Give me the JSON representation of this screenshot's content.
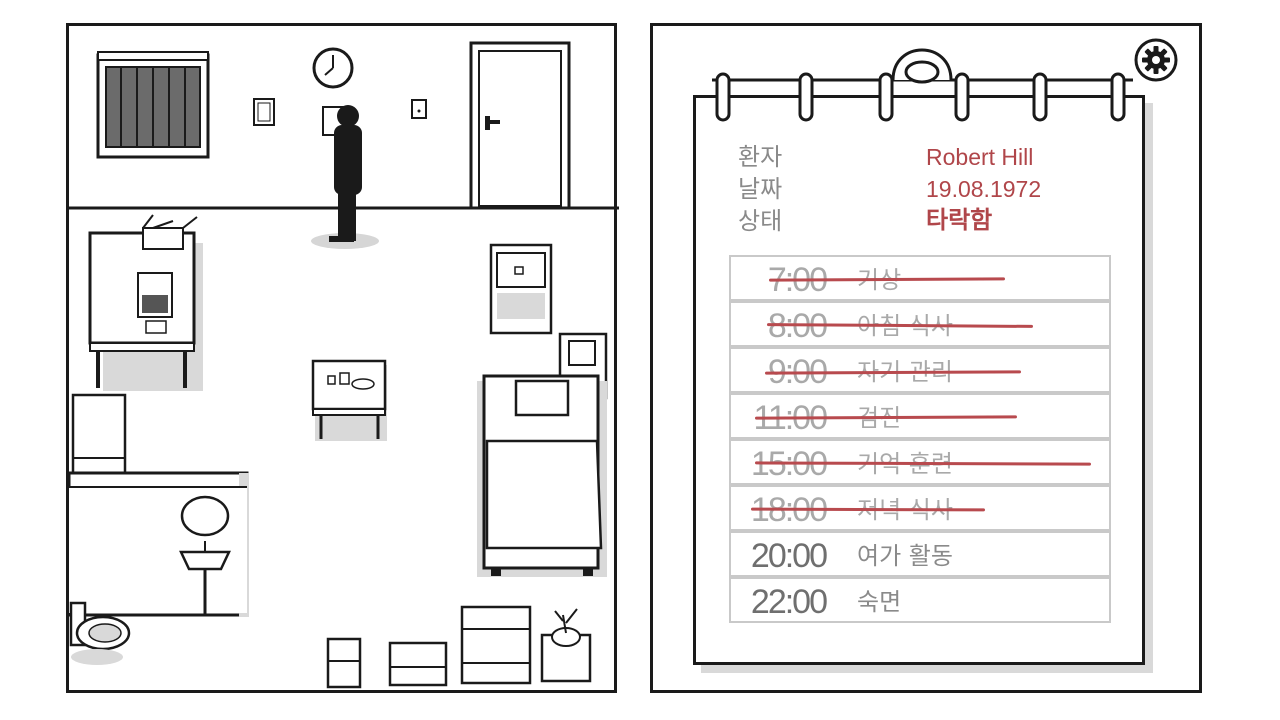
{
  "patient": {
    "name_label": "환자",
    "name": "Robert Hill",
    "date_label": "날짜",
    "date": "19.08.1972",
    "status_label": "상태",
    "status": "타락함"
  },
  "schedule": [
    {
      "time": "7:00",
      "task": "기상",
      "done": true
    },
    {
      "time": "8:00",
      "task": "아침 식사",
      "done": true
    },
    {
      "time": "9:00",
      "task": "자기 관리",
      "done": true
    },
    {
      "time": "11:00",
      "task": "검진",
      "done": true
    },
    {
      "time": "15:00",
      "task": "기억 훈련",
      "done": true
    },
    {
      "time": "18:00",
      "task": "저녁 식사",
      "done": true
    },
    {
      "time": "20:00",
      "task": "여가 활동",
      "done": false
    },
    {
      "time": "22:00",
      "task": "숙면",
      "done": false
    }
  ],
  "colors": {
    "accent": "#b0464a",
    "strike": "#b84a4e",
    "ink": "#1a1a1a",
    "shadow": "#d9d9d9"
  },
  "icons": {
    "settings": "gear-icon"
  }
}
